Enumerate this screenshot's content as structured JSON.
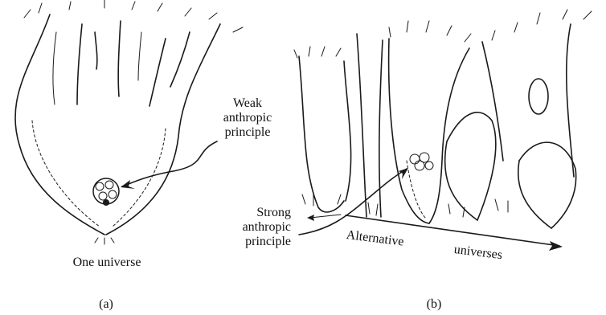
{
  "panel_a": {
    "label": "(a)",
    "caption": "One universe",
    "annotation": "Weak anthropic principle",
    "annotation_lines": [
      "Weak",
      "anthropic",
      "principle"
    ]
  },
  "panel_b": {
    "label": "(b)",
    "annotation": "Strong anthropic principle",
    "annotation_lines": [
      "Strong",
      "anthropic",
      "principle"
    ],
    "axis_label_words": [
      "Alternative",
      "universes"
    ]
  }
}
